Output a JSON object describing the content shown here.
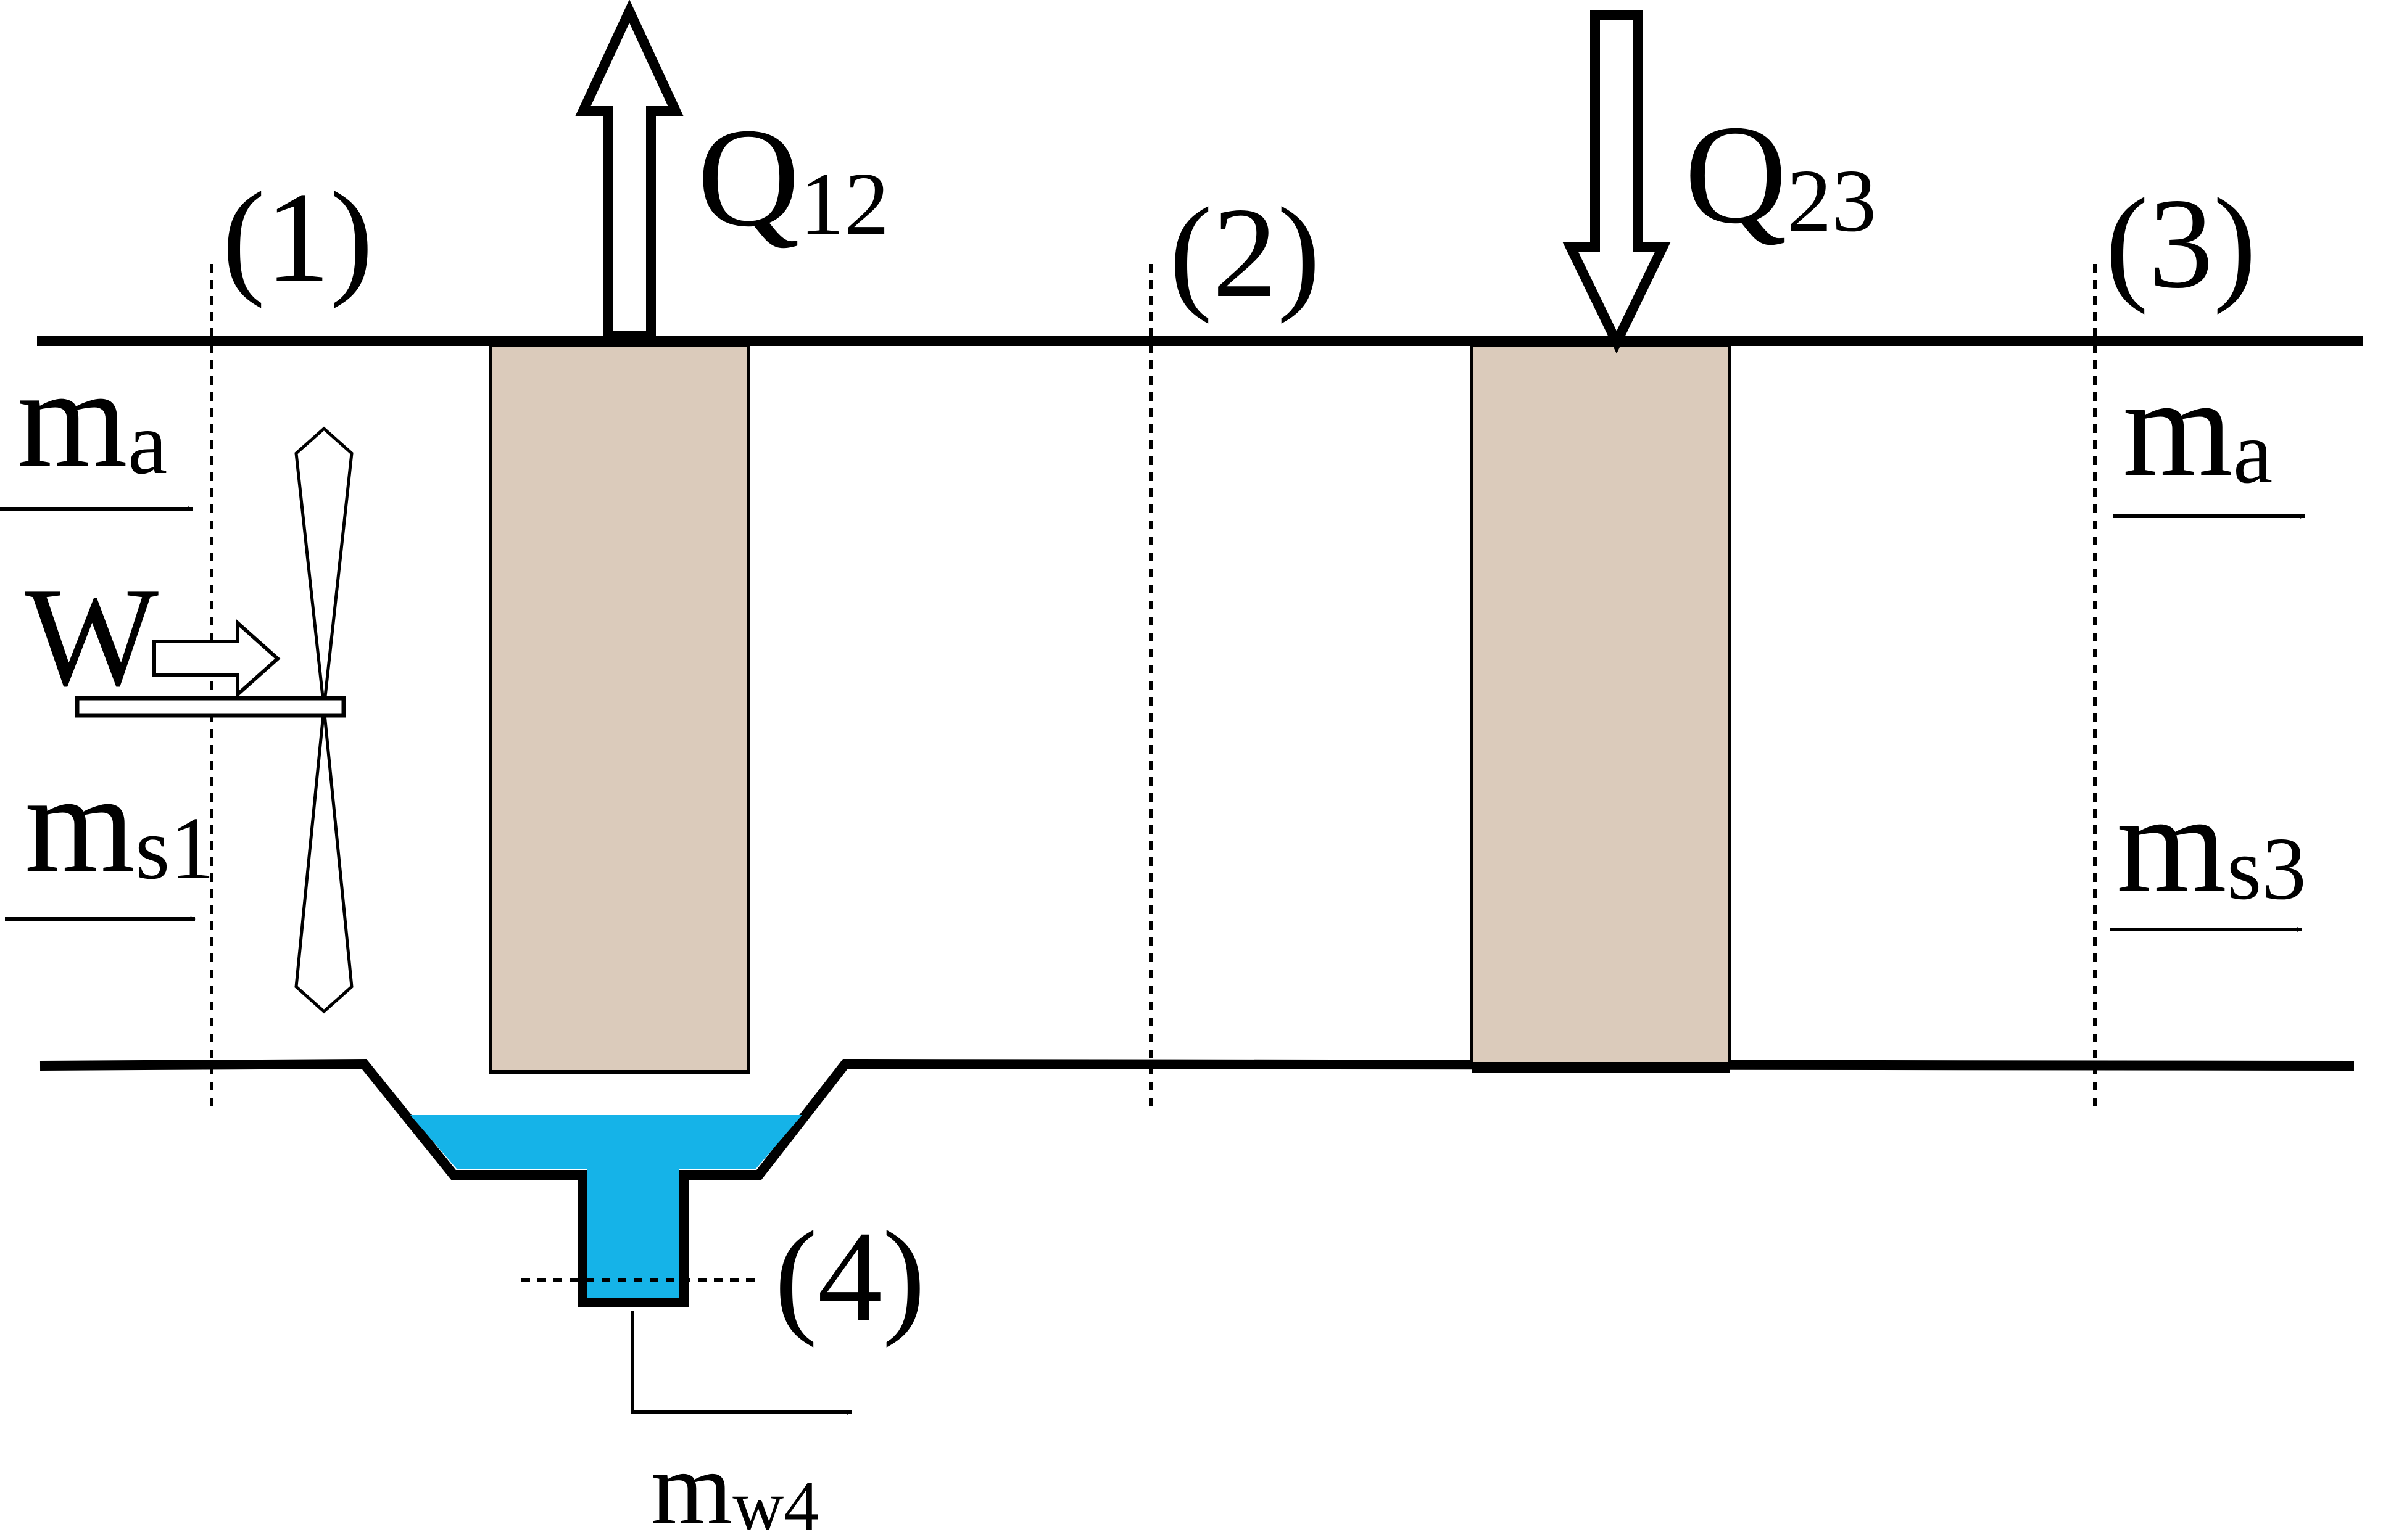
{
  "labels": {
    "section1": "(1)",
    "section2": "(2)",
    "section3": "(3)",
    "section4": "(4)",
    "heat_out": {
      "main": "Q",
      "sub": "12"
    },
    "heat_in": {
      "main": "Q",
      "sub": "23"
    },
    "air_in": {
      "main": "m",
      "sub": "a"
    },
    "air_out": {
      "main": "m",
      "sub": "a"
    },
    "steam_in": {
      "main": "m",
      "sub": "s1"
    },
    "steam_out": {
      "main": "m",
      "sub": "s3"
    },
    "work": "W",
    "water_out": {
      "main": "m",
      "sub": "w4"
    }
  },
  "colors": {
    "coil": "#dbcbbb",
    "water": "#15b3e8",
    "line": "#000000"
  },
  "icons": {
    "fan": "fan-icon",
    "heat_out_arrow": "hollow-arrow-up-icon",
    "heat_in_arrow": "hollow-arrow-down-icon",
    "work_arrow": "hollow-arrow-right-icon"
  }
}
